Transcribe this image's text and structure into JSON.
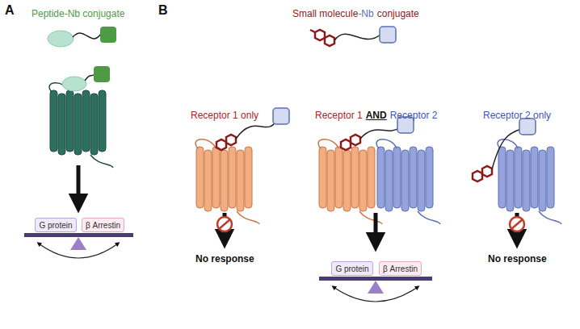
{
  "diagram": {
    "nodes": [
      {
        "text": [
          "G protein"
        ]
      },
      {
        "text": [
          "β Arrestin"
        ]
      },
      {
        "text": [
          "G protein"
        ]
      },
      {
        "text": [
          "β Arrestin"
        ]
      }
    ],
    "labels": [
      "A",
      "B",
      "Peptide-Nb conjugate",
      "Small molecule",
      "-Nb",
      "conjugate",
      "Receptor 1 only",
      "Receptor 1",
      "AND",
      "Receptor 2",
      "Receptor 2 only",
      "No response",
      "No response"
    ]
  }
}
